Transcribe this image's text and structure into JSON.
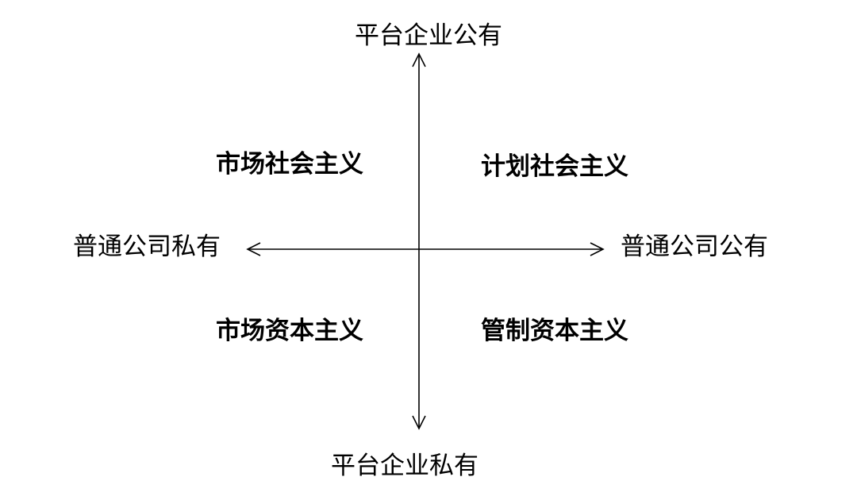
{
  "axes": {
    "top": "平台企业公有",
    "bottom": "平台企业私有",
    "left": "普通公司私有",
    "right": "普通公司公有"
  },
  "quadrants": {
    "top_left": "市场社会主义",
    "top_right": "计划社会主义",
    "bottom_left": "市场资本主义",
    "bottom_right": "管制资本主义"
  },
  "colors": {
    "line": "#000000",
    "text": "#000000",
    "background": "#ffffff"
  }
}
